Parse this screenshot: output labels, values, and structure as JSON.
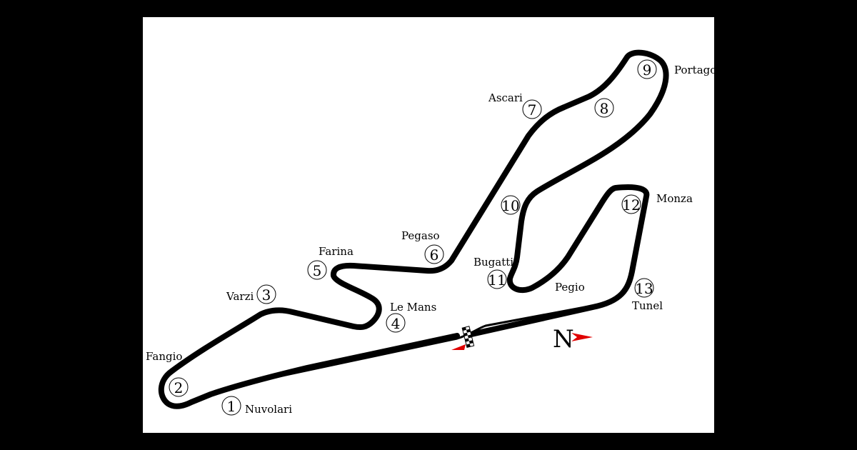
{
  "colors": {
    "background": "#000000",
    "panel": "#ffffff",
    "track": "#000000",
    "arrow": "#e00000"
  },
  "compass": {
    "letter": "N",
    "icon": "north-arrow-icon"
  },
  "corners": [
    {
      "number": "1",
      "name": "Nuvolari"
    },
    {
      "number": "2",
      "name": "Fangio"
    },
    {
      "number": "3",
      "name": "Varzi"
    },
    {
      "number": "4",
      "name": "Le Mans"
    },
    {
      "number": "5",
      "name": "Farina"
    },
    {
      "number": "6",
      "name": "Pegaso"
    },
    {
      "number": "7",
      "name": "Ascari"
    },
    {
      "number": "8",
      "name": ""
    },
    {
      "number": "9",
      "name": "Portago"
    },
    {
      "number": "10",
      "name": ""
    },
    {
      "number": "11",
      "name": "Bugatti"
    },
    {
      "number": "12",
      "name": "Monza"
    },
    {
      "number": "13",
      "name": "Tunel"
    }
  ],
  "extra_labels": {
    "pegio": "Pegio"
  }
}
